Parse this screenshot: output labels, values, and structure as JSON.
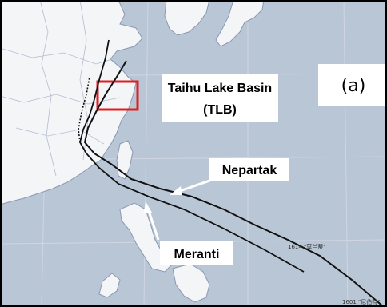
{
  "panel_label": "(a)",
  "region": {
    "name": "Taihu Lake Basin",
    "abbr": "(TLB)"
  },
  "tracks": [
    {
      "name": "Nepartak",
      "code": "1601 \"尼伯特\""
    },
    {
      "name": "Meranti",
      "code": "1614 \"莫兰蒂\""
    }
  ],
  "colors": {
    "sea": "#b9c6d6",
    "land": "#f4f5f7",
    "border": "#8a98b5",
    "track": "#111111",
    "region_box": "#e02020"
  }
}
